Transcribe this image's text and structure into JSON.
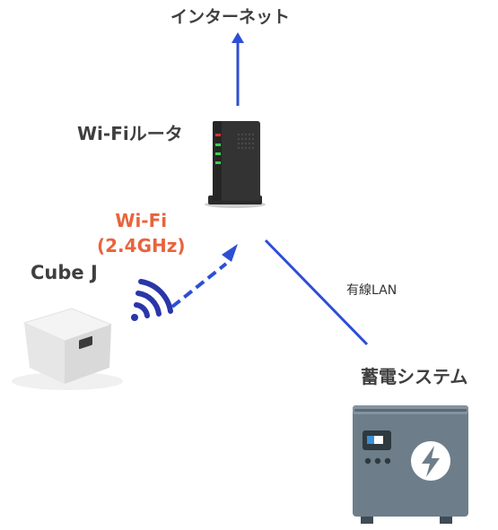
{
  "labels": {
    "internet": "インターネット",
    "router": "Wi-Fiルータ",
    "wifi_line1": "Wi-Fi",
    "wifi_line2": "(2.4GHz)",
    "cube": "Cube J",
    "wired_lan": "有線LAN",
    "storage": "蓄電システム"
  },
  "colors": {
    "arrow": "#2d4ed6",
    "wifi_text": "#e8643c",
    "router_led_red": "#e0302a",
    "router_led_green": "#32d34a",
    "label_text": "#3f3f3f"
  },
  "icons": {
    "router": "router-icon",
    "cube_device": "cube-device-icon",
    "wifi_waves": "wifi-signal-icon",
    "storage": "battery-storage-icon",
    "lightning": "lightning-icon"
  }
}
